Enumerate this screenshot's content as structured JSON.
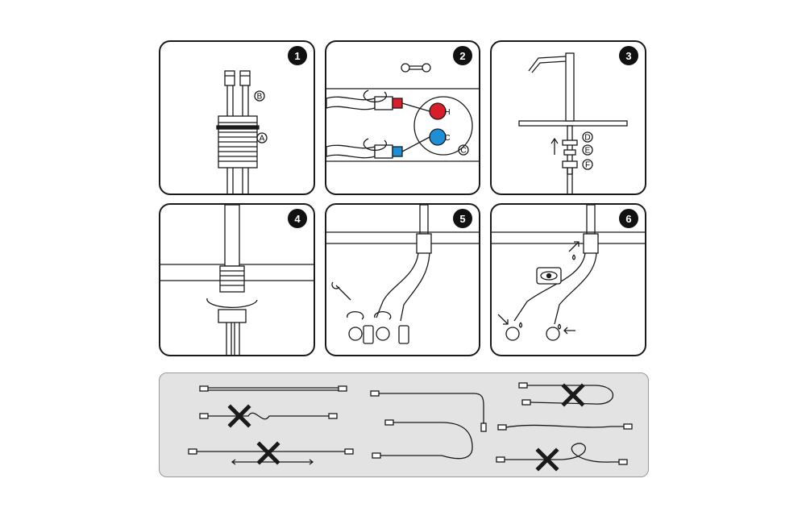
{
  "steps": [
    {
      "number": "1",
      "labels": [
        "B",
        "A"
      ]
    },
    {
      "number": "2",
      "labels": [
        "H",
        "C",
        "C"
      ]
    },
    {
      "number": "3",
      "labels": [
        "D",
        "E",
        "F"
      ]
    },
    {
      "number": "4"
    },
    {
      "number": "5"
    },
    {
      "number": "6"
    }
  ],
  "colors": {
    "hot": "#d81e2b",
    "cold": "#1e8fd6",
    "stroke": "#1a1a1a",
    "panel_bg": "#e3e3e3"
  },
  "icons": [
    "wrench-icon",
    "rotate-arrow-icon",
    "eye-icon",
    "thermometer-icon",
    "cross-icon",
    "up-arrow-icon",
    "water-drop-icon"
  ]
}
